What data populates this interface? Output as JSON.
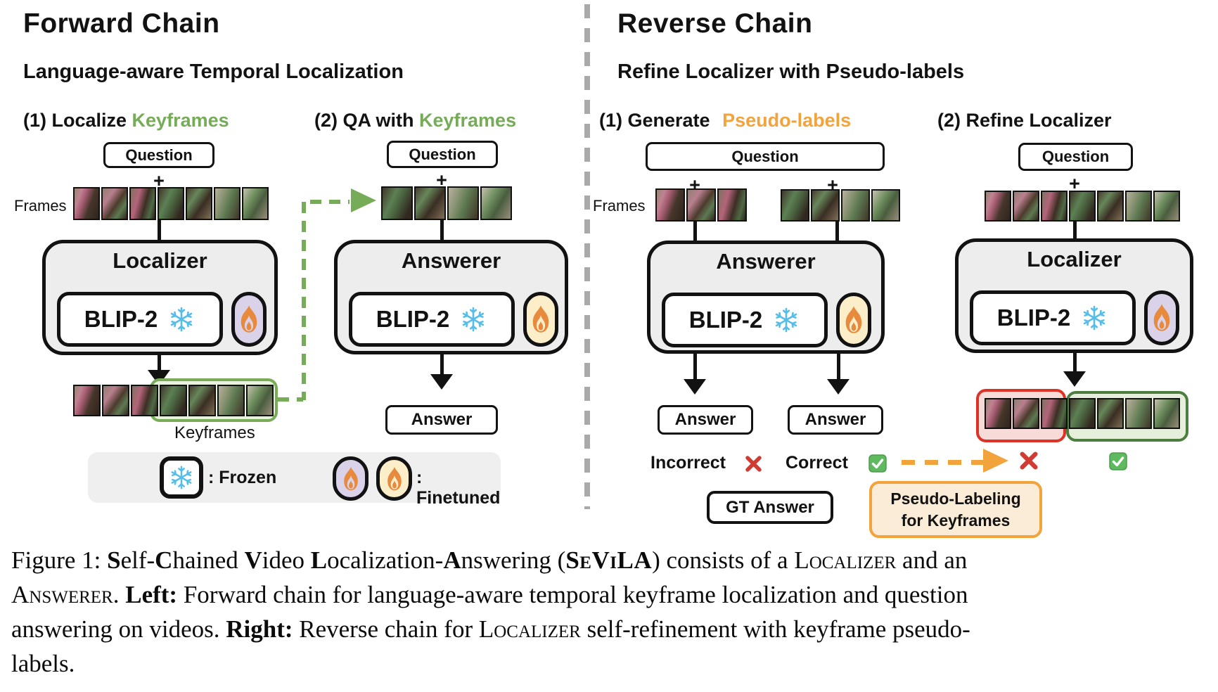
{
  "labels": {
    "question": "Question",
    "plus": "+",
    "frames": "Frames",
    "answer": "Answer",
    "model": "BLIP-2",
    "localizer": "Localizer",
    "answerer": "Answerer",
    "keyframes": "Keyframes",
    "gt_answer": "GT Answer",
    "incorrect": "Incorrect",
    "correct": "Correct"
  },
  "left": {
    "title": "Forward Chain",
    "subtitle": "Language-aware Temporal Localization",
    "step1_prefix": "(1) Localize ",
    "step1_highlight": "Keyframes",
    "step2_prefix": "(2) QA with ",
    "step2_highlight": "Keyframes",
    "legend": {
      "frozen": ": Frozen",
      "finetuned": ": Finetuned"
    }
  },
  "right": {
    "title": "Reverse Chain",
    "subtitle": "Refine Localizer with Pseudo-labels",
    "step1_prefix": "(1) Generate ",
    "step1_highlight": "Pseudo-labels",
    "step2": "(2) Refine Localizer",
    "pseudo_line1": "Pseudo-Labeling",
    "pseudo_line2": "for Keyframes"
  },
  "icons": {
    "snowflake-icon": "❄ frozen model",
    "flame-icon": "🔥 finetuned module",
    "check-icon": "✅ correct / positive pseudo-label",
    "cross-icon": "✕ incorrect / negative pseudo-label"
  },
  "colors": {
    "keyframe_green": "#76ab57",
    "pseudo_orange": "#f2a33c",
    "error_red": "#d23b31",
    "frozen_blue": "#55bdea",
    "lavender_pill": "#d9d2e9",
    "cream_pill": "#fbeec9",
    "module_gray": "#ededed",
    "legend_gray": "#efefef",
    "divider_gray": "#a9a9a9"
  },
  "caption": {
    "segments": [
      {
        "t": "Figure 1: "
      },
      {
        "t": "S"
      },
      {
        "t": "elf-"
      },
      {
        "t": "C"
      },
      {
        "t": "hained "
      },
      {
        "t": "V"
      },
      {
        "t": "ideo "
      },
      {
        "t": "L"
      },
      {
        "t": "ocalization-"
      },
      {
        "t": "A"
      },
      {
        "t": "nswering ("
      },
      {
        "t": "SeViLA"
      },
      {
        "t": ") consists of a "
      },
      {
        "t": "Localizer"
      },
      {
        "t": " and an"
      },
      {
        "t": "Answerer"
      },
      {
        "t": ". "
      },
      {
        "t": "Left:"
      },
      {
        "t": " Forward chain for language-aware temporal keyframe localization and question"
      },
      {
        "t": "answering on videos. "
      },
      {
        "t": "Right:"
      },
      {
        "t": " Reverse chain for "
      },
      {
        "t": "Localizer"
      },
      {
        "t": " self-refinement with keyframe pseudo-"
      },
      {
        "t": "labels."
      }
    ]
  }
}
